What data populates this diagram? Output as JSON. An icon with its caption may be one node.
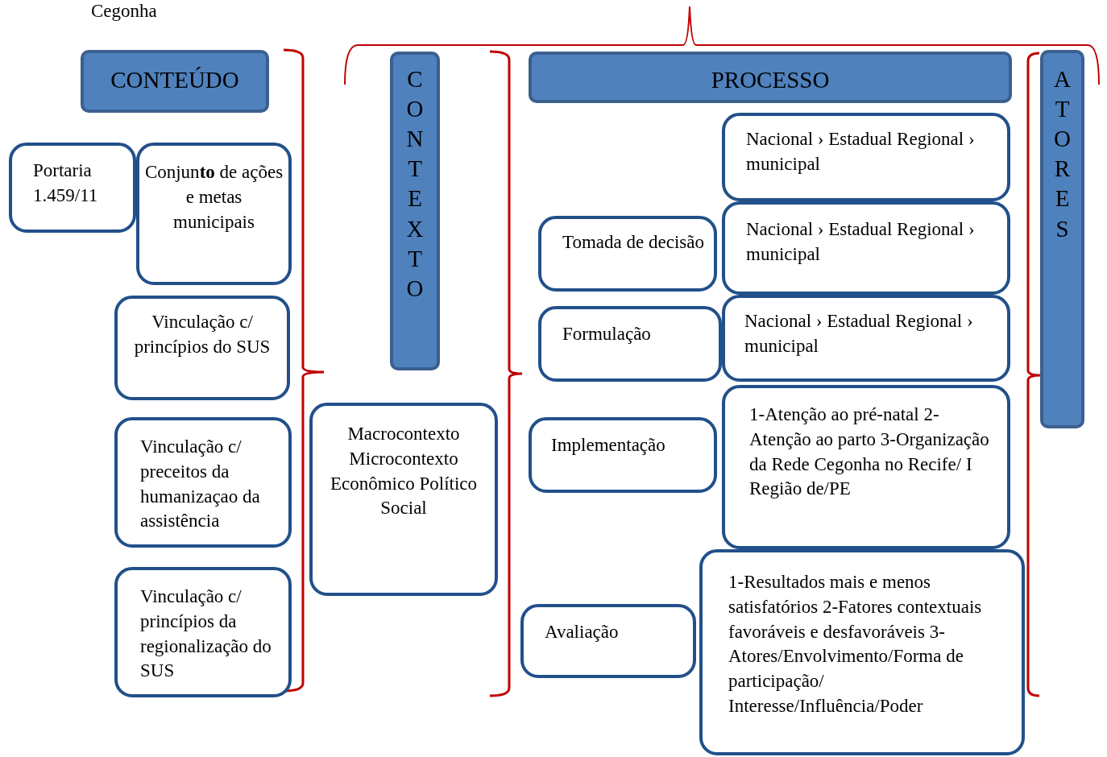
{
  "diagram": {
    "nodes": [
      {
        "text": [
          "CONTEÚDO"
        ]
      },
      {
        "text": [
          "Portaria 1.459/11"
        ]
      },
      {
        "text": [
          "Conjun**to** de ações e metas municipais"
        ]
      },
      {
        "text": [
          "Vinculação c/ princípios do SUS"
        ]
      },
      {
        "text": [
          "Vinculação c/ preceitos da humanizaçao da assistência"
        ]
      },
      {
        "text": [
          "Vinculação c/ princípios da regionalização do SUS"
        ]
      },
      {
        "text": [
          "CONTEXTO"
        ]
      },
      {
        "text": [
          "Macrocontexto Microcontexto Econômico Político Social"
        ]
      },
      {
        "text": [
          "PROCESSO"
        ]
      },
      {
        "text": [
          "Nacional › Estadual Regional › municipal"
        ]
      },
      {
        "text": [
          "Tomada de decisão"
        ]
      },
      {
        "text": [
          "Nacional › Estadual Regional › municipal"
        ]
      },
      {
        "text": [
          "Formulação"
        ]
      },
      {
        "text": [
          "Nacional › Estadual Regional › municipal"
        ]
      },
      {
        "text": [
          "Implementação"
        ]
      },
      {
        "text": [
          "1-Atenção ao pré-natal 2-Atenção ao parto 3-Organização da Rede Cegonha no Recife/ I Região de/PE"
        ]
      },
      {
        "text": [
          "Avaliação"
        ]
      },
      {
        "text": [
          "1-Resultados mais  e menos satisfatórios 2-Fatores contextuais favoráveis e desfavoráveis 3-Atores/Envolvimento/Forma de participação/ Interesse/Influência/Poder"
        ]
      },
      {
        "text": [
          "ATORES"
        ]
      }
    ],
    "labels": [
      "Cegonha"
    ]
  }
}
